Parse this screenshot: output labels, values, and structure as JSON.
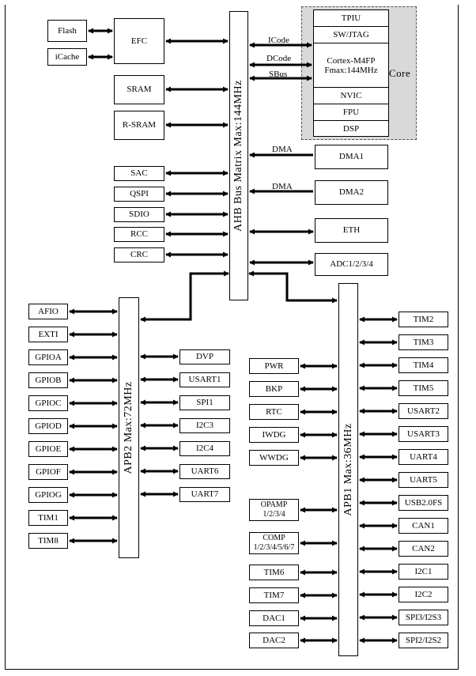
{
  "core": {
    "label": "Core",
    "stack": [
      "TPIU",
      "SW/JTAG",
      "Cortex-M4FP\nFmax:144MHz",
      "NVIC",
      "FPU",
      "DSP"
    ]
  },
  "buses": {
    "ahb": "AHB Bus Matrix  Max:144MHz",
    "apb2": "APB2  Max:72MHz",
    "apb1": "APB1  Max:36MHz"
  },
  "links": {
    "icode": "ICode",
    "dcode": "DCode",
    "sbus": "SBus",
    "dma_1": "DMA",
    "dma_2": "DMA"
  },
  "ahb_left": {
    "flash": "Flash",
    "icache": "iCache",
    "efc": "EFC",
    "sram": "SRAM",
    "r_sram": "R-SRAM",
    "sac": "SAC",
    "qspi": "QSPI",
    "sdio": "SDIO",
    "rcc": "RCC",
    "crc": "CRC"
  },
  "ahb_right": {
    "dma1": "DMA1",
    "dma2": "DMA2",
    "eth": "ETH",
    "adc": "ADC1/2/3/4"
  },
  "apb2_left": [
    "AFIO",
    "EXTI",
    "GPIOA",
    "GPIOB",
    "GPIOC",
    "GPIOD",
    "GPIOE",
    "GPIOF",
    "GPIOG",
    "TIM1",
    "TIM8"
  ],
  "apb2_right": [
    "DVP",
    "USART1",
    "SPI1",
    "I2C3",
    "I2C4",
    "UART6",
    "UART7"
  ],
  "apb1_left": [
    "PWR",
    "BKP",
    "RTC",
    "IWDG",
    "WWDG",
    "OPAMP\n1/2/3/4",
    "COMP\n1/2/3/4/5/6/7",
    "TIM6",
    "TIM7",
    "DAC1",
    "DAC2"
  ],
  "apb1_right": [
    "TIM2",
    "TIM3",
    "TIM4",
    "TIM5",
    "USART2",
    "USART3",
    "UART4",
    "UART5",
    "USB2.0FS",
    "CAN1",
    "CAN2",
    "I2C1",
    "I2C2",
    "SPI3/I2S3",
    "SPI2/I2S2"
  ]
}
